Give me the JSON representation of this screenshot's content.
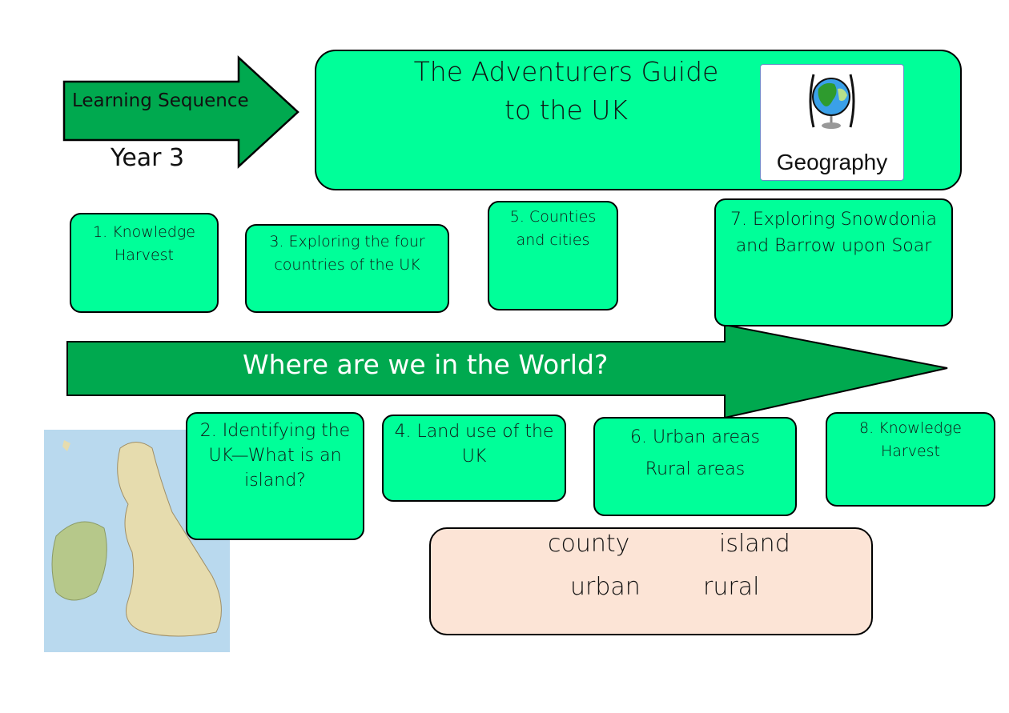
{
  "header": {
    "arrow_label": "Learning Sequence",
    "year": "Year 3",
    "title_line1": "The Adventurers Guide",
    "title_line2": "to the UK",
    "subject_label": "Geography"
  },
  "theme": {
    "box_fill": "#00ff99",
    "arrow_fill": "#00a94f",
    "vocab_fill": "#fce4d6"
  },
  "main_arrow_label": "Where are we in the World?",
  "lessons": [
    {
      "label": "1. Knowledge Harvest"
    },
    {
      "label": "2. Identifying the UK—What is an island?"
    },
    {
      "label": "3. Exploring the four countries of the UK"
    },
    {
      "label": "4. Land use of the UK"
    },
    {
      "label": "5. Counties and cities"
    },
    {
      "label": "6. Urban areas",
      "label2": "Rural areas"
    },
    {
      "label": "7. Exploring Snowdonia and Barrow upon Soar"
    },
    {
      "label": "8. Knowledge Harvest"
    }
  ],
  "vocabulary": [
    "county",
    "island",
    "urban",
    "rural"
  ]
}
